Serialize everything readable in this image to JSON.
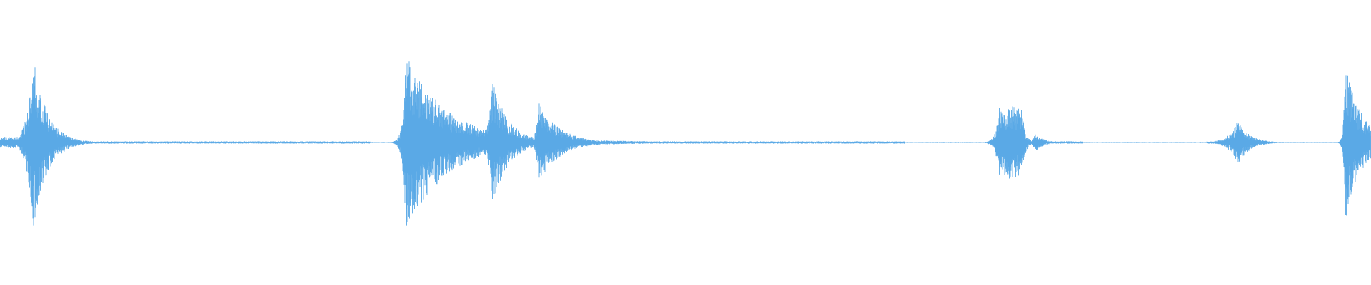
{
  "waveform": {
    "color": "#5aa9e6",
    "background": "#ffffff",
    "bursts": [
      {
        "center": 0.024,
        "amplitude": 0.78,
        "attack": 0.004,
        "decay": 0.01,
        "lead_in_level": 0.05
      },
      {
        "center": 0.296,
        "amplitude": 0.78,
        "attack": 0.002,
        "decay": 0.03,
        "sustain_level": 0.2
      },
      {
        "center": 0.359,
        "amplitude": 0.55,
        "attack": 0.003,
        "decay": 0.012
      },
      {
        "center": 0.393,
        "amplitude": 0.35,
        "attack": 0.002,
        "decay": 0.015
      },
      {
        "center": 0.737,
        "amplitude": 0.35,
        "attack": 0.008,
        "decay": 0.006,
        "sustain_level": 0.33,
        "shape": "blob"
      },
      {
        "center": 0.755,
        "amplitude": 0.08,
        "attack": 0.002,
        "decay": 0.006
      },
      {
        "center": 0.903,
        "amplitude": 0.2,
        "attack": 0.006,
        "decay": 0.008
      },
      {
        "center": 0.981,
        "amplitude": 0.7,
        "attack": 0.001,
        "decay": 0.012,
        "sustain_level": 0.15
      }
    ],
    "noise_floor": 0.01,
    "silent_gaps": [
      [
        0.27,
        0.29
      ],
      [
        0.66,
        0.73
      ],
      [
        0.79,
        0.88
      ],
      [
        0.93,
        0.978
      ]
    ]
  }
}
